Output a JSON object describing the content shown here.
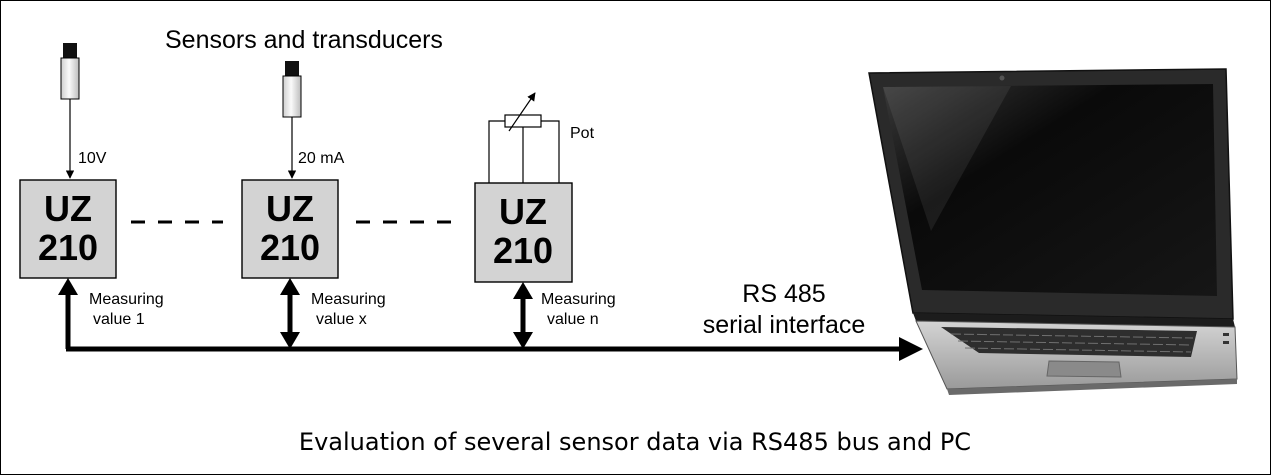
{
  "diagram": {
    "heading": "Sensors and transducers",
    "caption": "Evaluation of several sensor data via RS485 bus and PC",
    "modules": [
      {
        "line1": "UZ",
        "line2": "210",
        "input_label": "10V",
        "value_label_1": "Measuring",
        "value_label_2": "value 1"
      },
      {
        "line1": "UZ",
        "line2": "210",
        "input_label": "20 mA",
        "value_label_1": "Measuring",
        "value_label_2": "value x"
      },
      {
        "line1": "UZ",
        "line2": "210",
        "input_label": "Pot",
        "value_label_1": "Measuring",
        "value_label_2": "value n"
      }
    ],
    "bus": {
      "label_line1": "RS 485",
      "label_line2": "serial interface"
    },
    "colors": {
      "module_fill": "#d3d3d3",
      "line": "#000000",
      "laptop_body": "#2a2a2a",
      "laptop_screen": "#0d0d0d",
      "keyboard_deck": "#b8b8b8"
    },
    "icons": {
      "sensor": "cylindrical-sensor-icon",
      "potentiometer": "potentiometer-icon",
      "computer": "laptop-icon"
    }
  }
}
